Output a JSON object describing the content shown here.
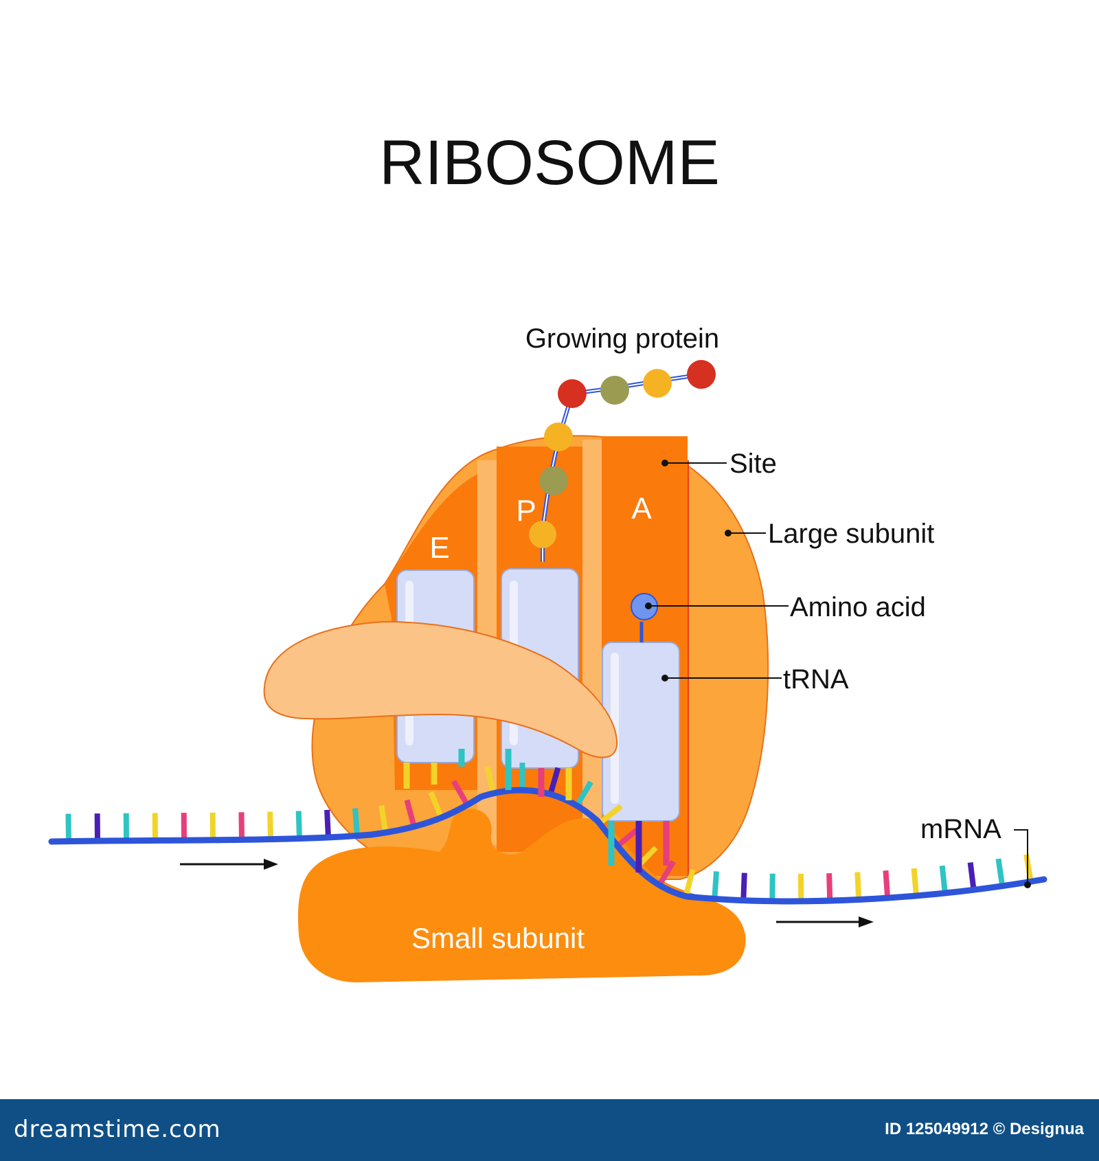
{
  "title": "RIBOSOME",
  "labels": {
    "growing_protein": "Growing protein",
    "site": "Site",
    "large_subunit": "Large subunit",
    "amino_acid": "Amino acid",
    "trna": "tRNA",
    "mrna": "mRNA",
    "small_subunit": "Small subunit"
  },
  "site_letters": {
    "e": "E",
    "p": "P",
    "a": "A"
  },
  "footer": {
    "brand": "dreamstime.com",
    "credit": "ID 125049912 © Designua"
  },
  "colors": {
    "large_subunit_light": "#fba53a",
    "large_subunit_dark": "#fb7a0c",
    "site_stripe": "#fbb869",
    "small_subunit": "#fd8d0e",
    "small_subunit_cap": "#fcc387",
    "trna": "#d4dcf8",
    "mrna_strand": "#2e55d9",
    "footer_bg": "#0f4f86"
  },
  "nucleotide_colors": [
    "#2fc3c4",
    "#4a1fb5",
    "#2fc3c4",
    "#f3d32a",
    "#e63f7b",
    "#f3d32a",
    "#e63f7b",
    "#f3d32a"
  ]
}
